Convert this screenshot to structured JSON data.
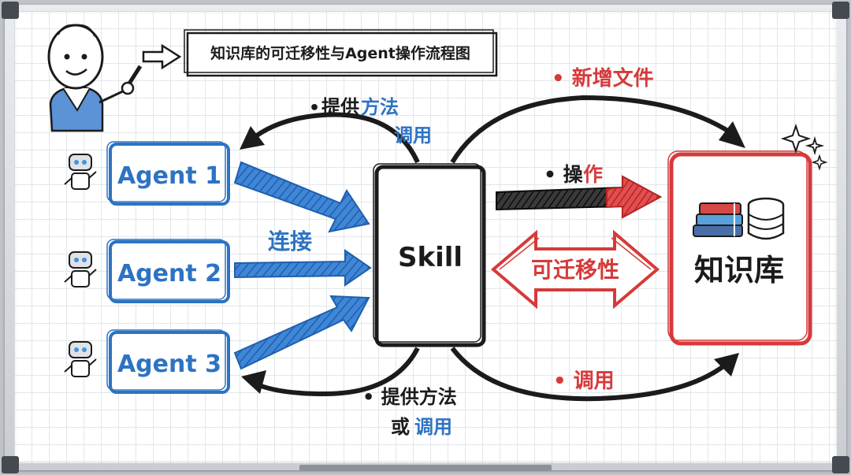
{
  "title": "知识库的可迁移性与Agent操作流程图",
  "agents": [
    {
      "label": "Agent 1"
    },
    {
      "label": "Agent 2"
    },
    {
      "label": "Agent 3"
    }
  ],
  "skill": {
    "label": "Skill"
  },
  "knowledge_base": {
    "label": "知识库"
  },
  "labels": {
    "connect": "连接",
    "top_left_bullet": "•",
    "top_left_part1": "提供",
    "top_left_part2": "方法",
    "top_left_line2": "调用",
    "new_file": "• 新增文件",
    "operate_black": "• 操",
    "operate_red": "作",
    "portability": "可迁移性",
    "invoke": "• 调用",
    "bottom_line1": "• 提供方法",
    "bottom_line2_black": "或",
    "bottom_line2_blue": "调用"
  },
  "icons": [
    "robot-icon",
    "books-icon",
    "database-icon",
    "sparkle-icon",
    "teacher-figure",
    "pointer-arrow-icon"
  ],
  "colors": {
    "blue": "#2d73c3",
    "red": "#d63a3a",
    "black": "#1b1b1b"
  }
}
